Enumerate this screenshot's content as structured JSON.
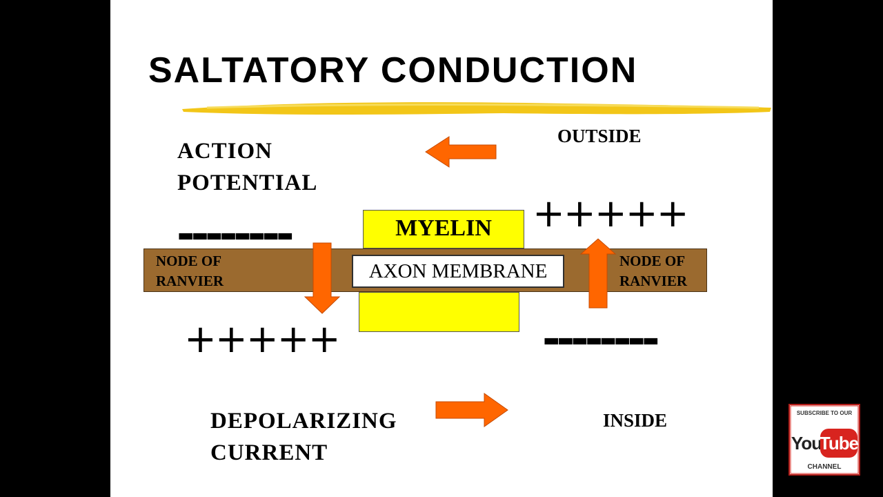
{
  "title": "SALTATORY CONDUCTION",
  "labels": {
    "action_line1": "ACTION",
    "action_line2": "POTENTIAL",
    "outside": "OUTSIDE",
    "inside": "INSIDE",
    "depolarizing_line1": "DEPOLARIZING",
    "depolarizing_line2": "CURRENT",
    "myelin": "MYELIN",
    "axon_membrane": "AXON MEMBRANE",
    "node_left": "NODE OF\nRANVIER",
    "node_right": "NODE OF\nRANVIER"
  },
  "charges": {
    "top_left": "--------",
    "top_right": "+++++",
    "bottom_left": "+++++",
    "bottom_right": "--------"
  },
  "badge": {
    "top": "SUBSCRIBE TO OUR",
    "you": "You",
    "tube": "Tube",
    "bottom": "CHANNEL"
  },
  "colors": {
    "background": "#000000",
    "slide": "#ffffff",
    "myelin": "#ffff00",
    "axon": "#9b6a2f",
    "arrow": "#ff6600",
    "underline": "#f2c618",
    "badge_red": "#d8241f"
  }
}
